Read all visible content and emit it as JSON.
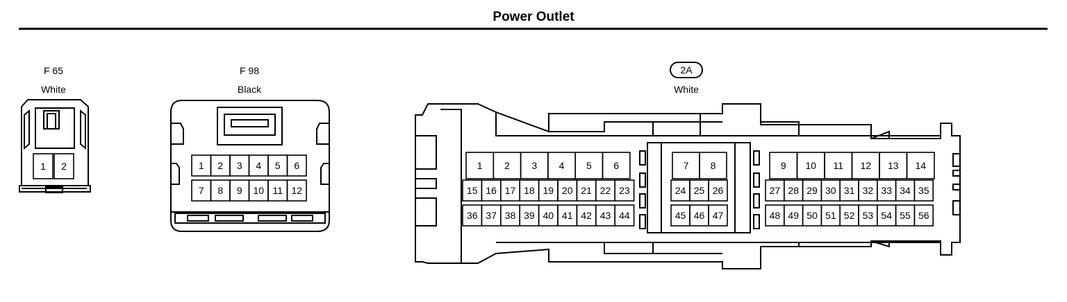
{
  "title": "Power Outlet",
  "connectors": [
    {
      "id": "F 65",
      "color": "White",
      "pins": [
        "1",
        "2"
      ]
    },
    {
      "id": "F 98",
      "color": "Black",
      "pins": [
        "1",
        "2",
        "3",
        "4",
        "5",
        "6",
        "7",
        "8",
        "9",
        "10",
        "11",
        "12"
      ]
    },
    {
      "id": "2A",
      "color": "White",
      "pins": [
        "1",
        "2",
        "3",
        "4",
        "5",
        "6",
        "7",
        "8",
        "9",
        "10",
        "11",
        "12",
        "13",
        "14",
        "15",
        "16",
        "17",
        "18",
        "19",
        "20",
        "21",
        "22",
        "23",
        "24",
        "25",
        "26",
        "27",
        "28",
        "29",
        "30",
        "31",
        "32",
        "33",
        "34",
        "35",
        "36",
        "37",
        "38",
        "39",
        "40",
        "41",
        "42",
        "43",
        "44",
        "45",
        "46",
        "47",
        "48",
        "49",
        "50",
        "51",
        "52",
        "53",
        "54",
        "55",
        "56"
      ]
    }
  ]
}
